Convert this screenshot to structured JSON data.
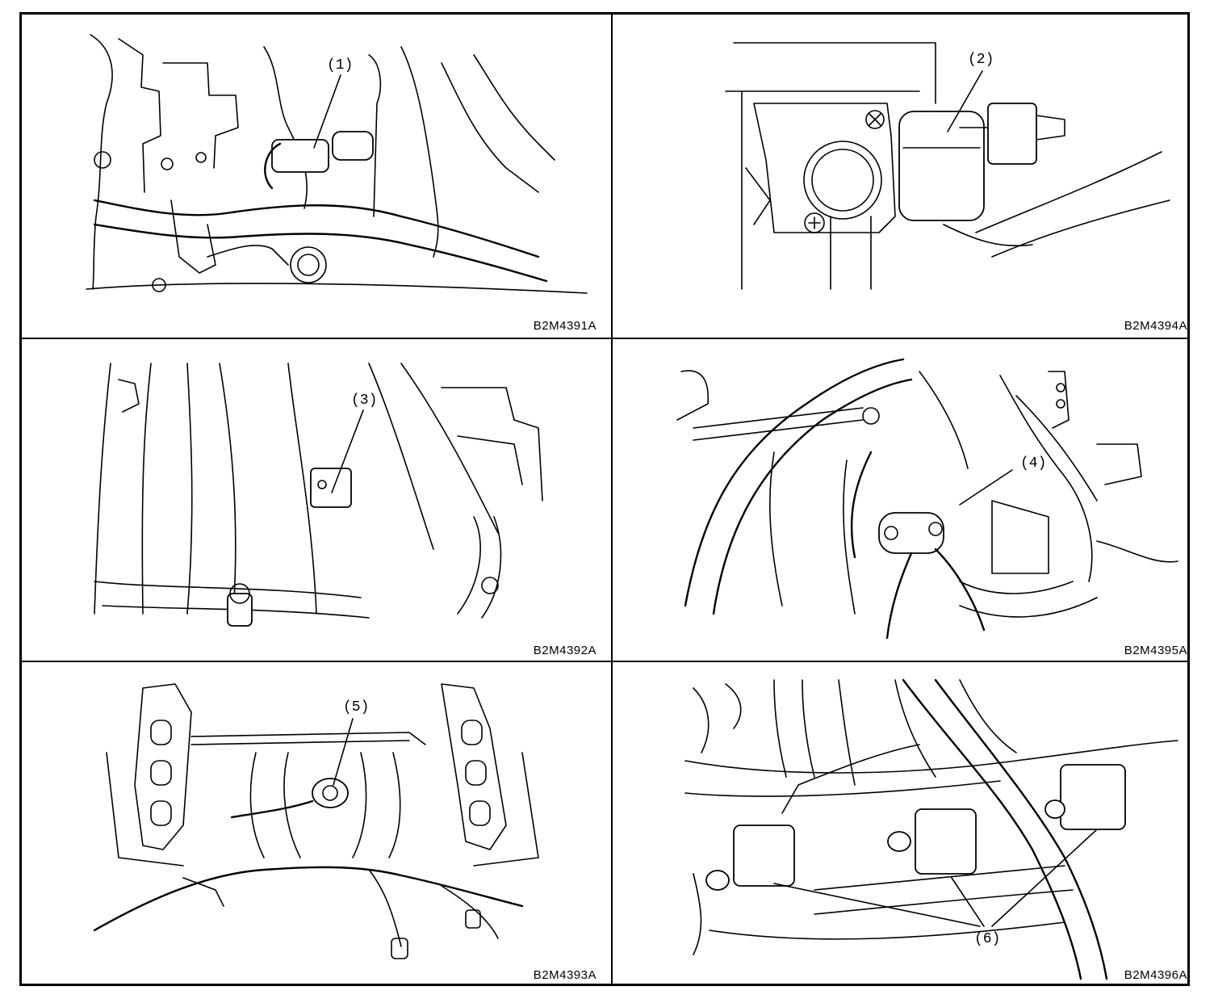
{
  "panels": [
    {
      "id": "panel-1",
      "figure_id": "B2M4391A",
      "callouts": [
        "(1)"
      ]
    },
    {
      "id": "panel-2",
      "figure_id": "B2M4394A",
      "callouts": [
        "(2)"
      ]
    },
    {
      "id": "panel-3",
      "figure_id": "B2M4392A",
      "callouts": [
        "(3)"
      ]
    },
    {
      "id": "panel-4",
      "figure_id": "B2M4395A",
      "callouts": [
        "(4)"
      ]
    },
    {
      "id": "panel-5",
      "figure_id": "B2M4393A",
      "callouts": [
        "(5)"
      ]
    },
    {
      "id": "panel-6",
      "figure_id": "B2M4396A",
      "callouts": [
        "(6)"
      ]
    }
  ]
}
